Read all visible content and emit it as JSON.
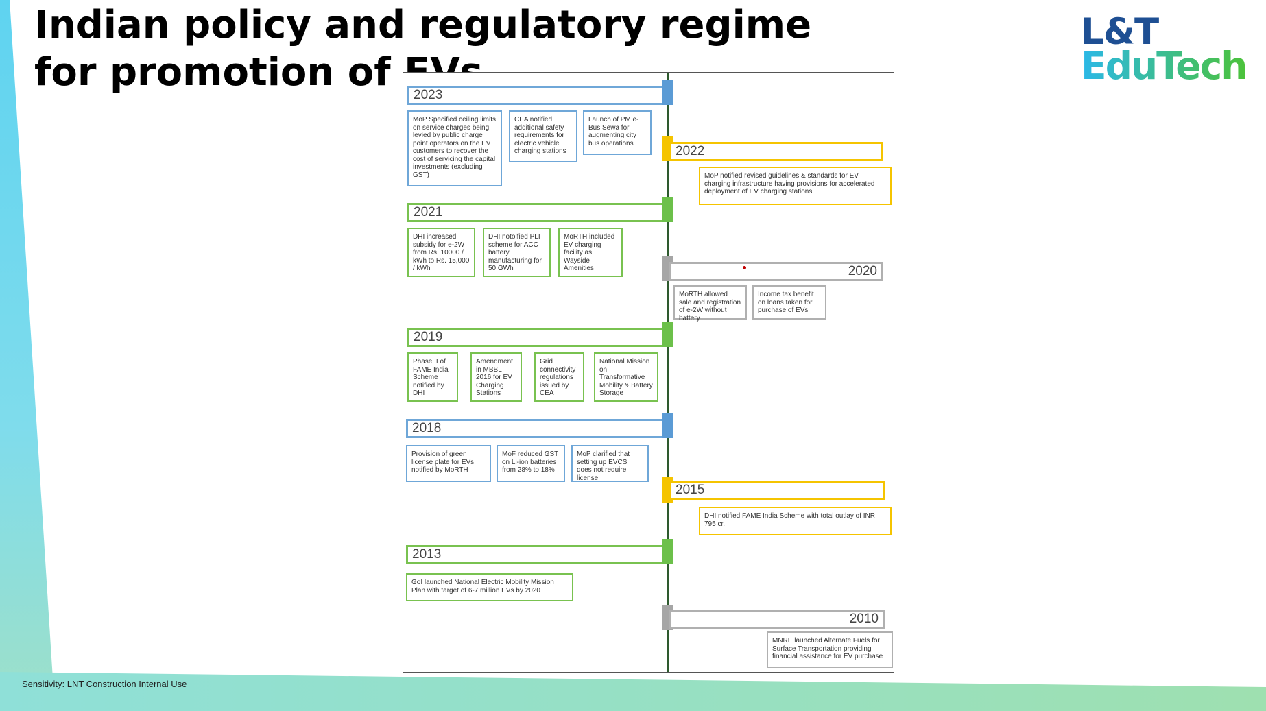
{
  "page": {
    "title": "Indian policy and regulatory regime for promotion of EVs",
    "footer": "Sensitivity: LNT Construction Internal Use"
  },
  "logo": {
    "line1": "L&T",
    "line2": "EduTech",
    "colors": {
      "top": "#1e4f93",
      "gradient_start": "#2bb8e8",
      "gradient_end": "#4cc23a"
    }
  },
  "theme": {
    "blue": "#5b9bd5",
    "yellow": "#f5c400",
    "green": "#6cc04a",
    "gray": "#a6a6a6",
    "spine": "#2e5a2e",
    "band_cyan": "#5fd3f0",
    "band_green": "#9ee0b0"
  },
  "timeline": {
    "y2023": {
      "year": "2023",
      "items": [
        "MoP Specified ceiling limits on service charges being levied by public charge point operators on the EV customers to recover the cost of servicing the capital investments (excluding GST)",
        "CEA notified additional safety requirements for electric vehicle charging stations",
        "Launch of PM e-Bus Sewa for augmenting city bus operations"
      ]
    },
    "y2022": {
      "year": "2022",
      "items": [
        "MoP notified revised guidelines & standards for EV charging infrastructure having provisions for accelerated deployment of EV charging stations"
      ]
    },
    "y2021": {
      "year": "2021",
      "items": [
        "DHI increased subsidy for e-2W from Rs. 10000 / kWh to Rs. 15,000 / kWh",
        "DHI notoified PLI scheme for ACC battery manufacturing for 50 GWh",
        "MoRTH included EV charging facility as Wayside Amenities"
      ]
    },
    "y2020": {
      "year": "2020",
      "items": [
        "MoRTH allowed sale and registration of e-2W without battery",
        "Income tax benefit on loans taken for purchase of EVs"
      ]
    },
    "y2019": {
      "year": "2019",
      "items": [
        "Phase II of FAME India Scheme notified by DHI",
        "Amendment in MBBL 2016 for EV Charging Stations",
        "Grid connectivity regulations issued by CEA",
        "National Mission on Transformative Mobility & Battery Storage"
      ]
    },
    "y2018": {
      "year": "2018",
      "items": [
        "Provision of green license plate for EVs notified by MoRTH",
        "MoF reduced GST on Li-ion batteries from 28% to 18%",
        "MoP clarified that setting up EVCS does not require license"
      ]
    },
    "y2015": {
      "year": "2015",
      "items": [
        "DHI notified FAME India Scheme with total outlay of INR 795 cr."
      ]
    },
    "y2013": {
      "year": "2013",
      "items": [
        "GoI launched National Electric Mobility Mission Plan with target of 6-7 million EVs by 2020"
      ]
    },
    "y2010": {
      "year": "2010",
      "items": [
        "MNRE launched Alternate Fuels for Surface Transportation providing financial assistance for EV purchase"
      ]
    }
  }
}
